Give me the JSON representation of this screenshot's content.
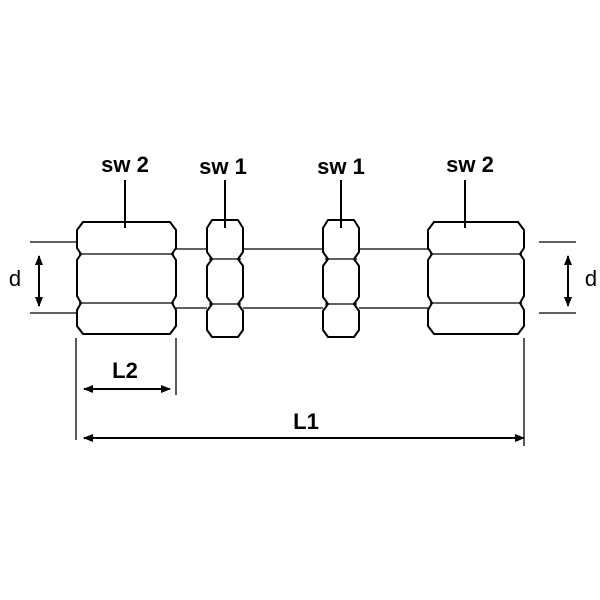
{
  "labels": {
    "sw_outer_left": "sw 2",
    "sw_inner_left": "sw 1",
    "sw_inner_right": "sw 1",
    "sw_outer_right": "sw 2",
    "diameter_left": "d",
    "diameter_right": "d",
    "length_nut": "L2",
    "length_total": "L1"
  },
  "colors": {
    "line": "#000000",
    "background": "#ffffff"
  }
}
